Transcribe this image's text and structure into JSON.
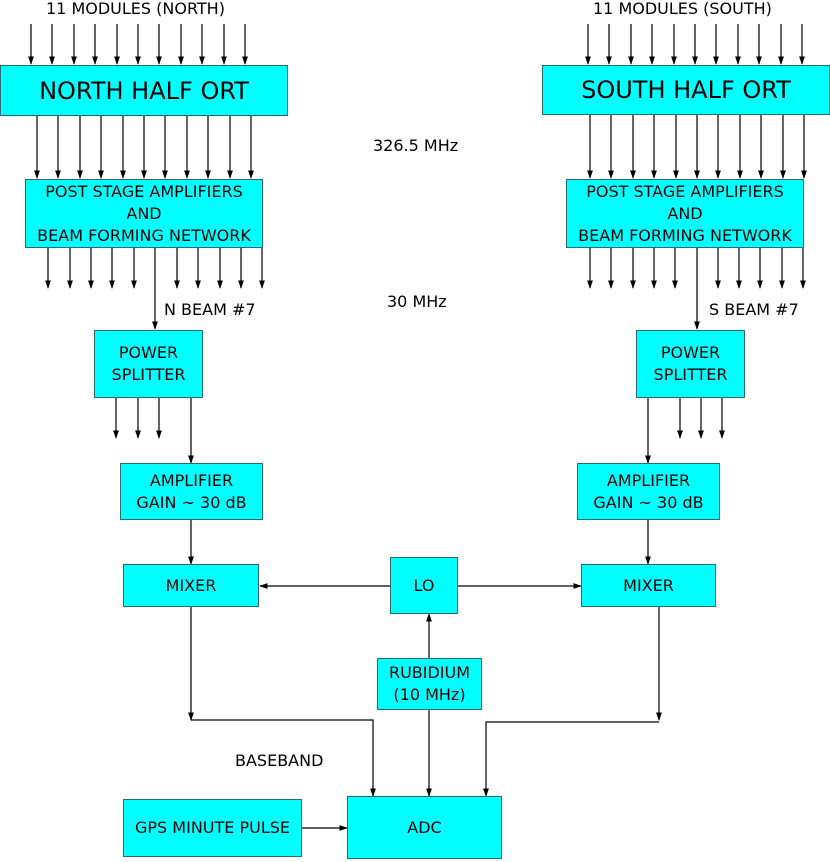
{
  "top_labels": {
    "north": "11 MODULES (NORTH)",
    "south": "11 MODULES (SOUTH)"
  },
  "north": {
    "ort": "NORTH HALF ORT",
    "psa": [
      "POST STAGE AMPLIFIERS",
      "AND",
      "BEAM FORMING NETWORK"
    ],
    "beam_label": "N BEAM #7",
    "splitter": [
      "POWER",
      "SPLITTER"
    ],
    "amplifier": [
      "AMPLIFIER",
      "GAIN ~ 30 dB"
    ],
    "mixer": "MIXER"
  },
  "south": {
    "ort": "SOUTH HALF ORT",
    "psa": [
      "POST STAGE AMPLIFIERS",
      "AND",
      "BEAM FORMING NETWORK"
    ],
    "beam_label": "S BEAM #7",
    "splitter": [
      "POWER",
      "SPLITTER"
    ],
    "amplifier": [
      "AMPLIFIER",
      "GAIN ~ 30 dB"
    ],
    "mixer": "MIXER"
  },
  "freq_rf": "326.5 MHz",
  "freq_if": "30 MHz",
  "lo": "LO",
  "rubidium": [
    "RUBIDIUM",
    "(10 MHz)"
  ],
  "baseband": "BASEBAND",
  "gps": "GPS MINUTE PULSE",
  "adc": "ADC",
  "colors": {
    "box_fill": "#00ffff",
    "box_border": "#2b6b73",
    "line": "#000000"
  }
}
